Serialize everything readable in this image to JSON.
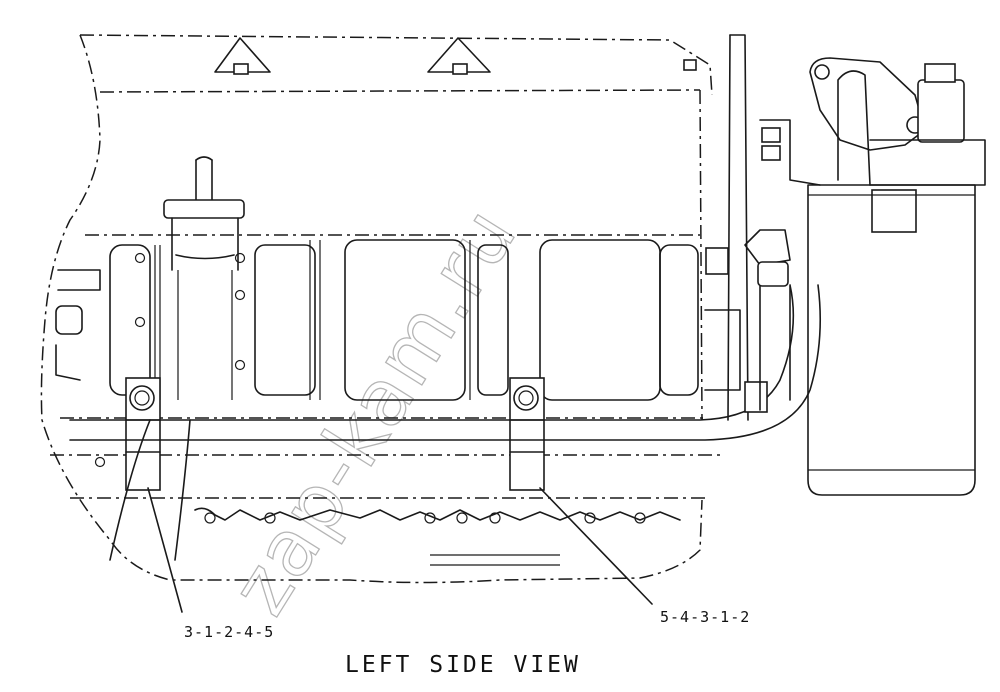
{
  "drawing": {
    "callouts": [
      {
        "id": "left",
        "label": "3-1-2-4-5"
      },
      {
        "id": "right",
        "label": "5-4-3-1-2"
      }
    ],
    "view_title": "LEFT SIDE VIEW",
    "watermark": "zap-kam.ru"
  }
}
